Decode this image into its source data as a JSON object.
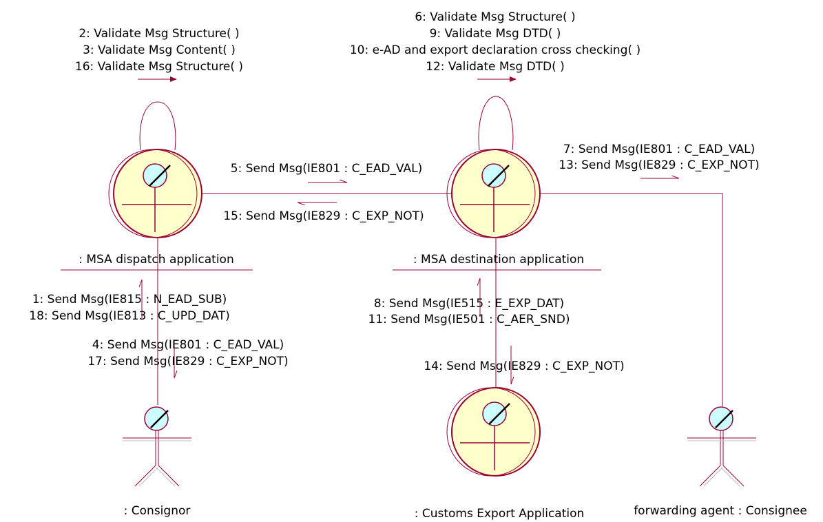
{
  "colors": {
    "line": "#990033",
    "node_fill": "#FFFFCC",
    "icon_fill": "#CCFFFF",
    "text": "#000000"
  },
  "objects": {
    "dispatch": {
      "label": ": MSA dispatch application",
      "kind": "boundary-actor-circle",
      "icon": "actor-circle-icon"
    },
    "destination": {
      "label": ": MSA destination application",
      "kind": "boundary-actor-circle",
      "icon": "actor-circle-icon"
    },
    "customs": {
      "label": ": Customs Export Application",
      "kind": "boundary-actor-circle",
      "icon": "actor-circle-icon"
    },
    "consignor": {
      "label": ": Consignor",
      "kind": "actor",
      "icon": "stick-figure-actor-icon"
    },
    "consignee": {
      "label": "forwarding agent : Consignee",
      "kind": "actor",
      "icon": "stick-figure-actor-icon"
    }
  },
  "messages": {
    "dispatch_self": [
      "2: Validate Msg Structure( )",
      "3: Validate Msg Content( )",
      "16: Validate Msg Structure( )"
    ],
    "destination_self": [
      "6: Validate Msg Structure( )",
      "9: Validate Msg DTD( )",
      "10: e-AD and export declaration cross checking( )",
      "12: Validate Msg DTD( )"
    ],
    "dispatch_to_destination": [
      "5: Send Msg(IE801 : C_EAD_VAL)"
    ],
    "destination_to_dispatch": [
      "15: Send Msg(IE829 : C_EXP_NOT)"
    ],
    "destination_to_consignee": [
      "7: Send Msg(IE801 : C_EAD_VAL)",
      "13: Send Msg(IE829 : C_EXP_NOT)"
    ],
    "consignor_to_dispatch": [
      "1: Send Msg(IE815 : N_EAD_SUB)",
      "18: Send Msg(IE813 : C_UPD_DAT)"
    ],
    "dispatch_to_consignor": [
      "4: Send Msg(IE801 : C_EAD_VAL)",
      "17: Send Msg(IE829 : C_EXP_NOT)"
    ],
    "customs_to_destination": [
      "8: Send Msg(IE515 : E_EXP_DAT)",
      "11: Send Msg(IE501 : C_AER_SND)"
    ],
    "destination_to_customs": [
      "14: Send Msg(IE829 : C_EXP_NOT)"
    ]
  }
}
